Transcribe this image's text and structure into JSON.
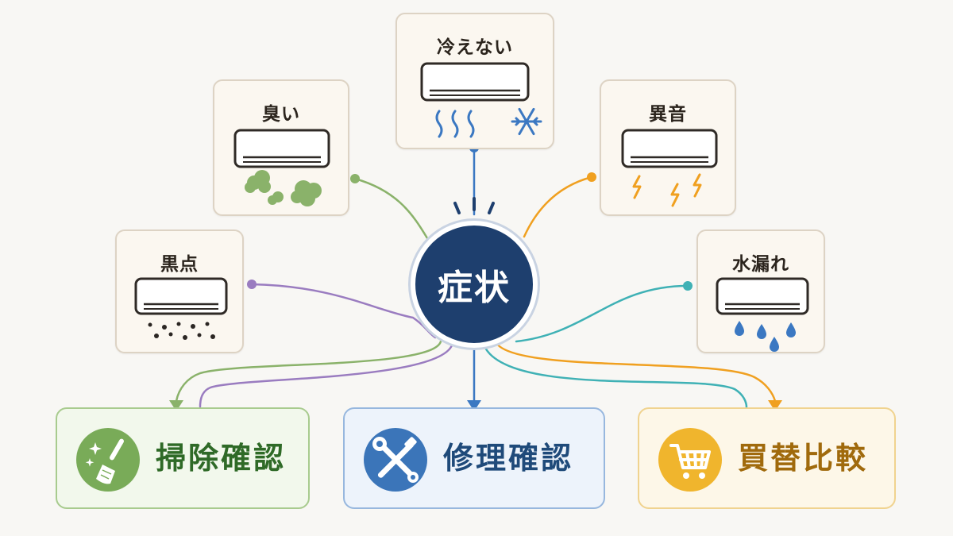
{
  "hub": {
    "label": "症状"
  },
  "symptoms": [
    {
      "id": "not-cooling",
      "label": "冷えない",
      "icon": "cold-air-snowflake-icon",
      "color": "#3b78c2"
    },
    {
      "id": "smell",
      "label": "臭い",
      "icon": "odor-cloud-icon",
      "color": "#8ab26a"
    },
    {
      "id": "noise",
      "label": "異音",
      "icon": "lightning-noise-icon",
      "color": "#f0a020"
    },
    {
      "id": "black-spots",
      "label": "黒点",
      "icon": "black-dots-icon",
      "color": "#9a7cc0"
    },
    {
      "id": "water-leak",
      "label": "水漏れ",
      "icon": "water-drops-icon",
      "color": "#3fb1b5"
    }
  ],
  "actions": [
    {
      "id": "clean",
      "label": "掃除確認",
      "icon": "broom-sparkle-icon",
      "color": "#79ab58"
    },
    {
      "id": "repair",
      "label": "修理確認",
      "icon": "wrench-screwdriver-icon",
      "color": "#3b75b9"
    },
    {
      "id": "buy",
      "label": "買替比較",
      "icon": "shopping-cart-icon",
      "color": "#f0b52d"
    }
  ]
}
